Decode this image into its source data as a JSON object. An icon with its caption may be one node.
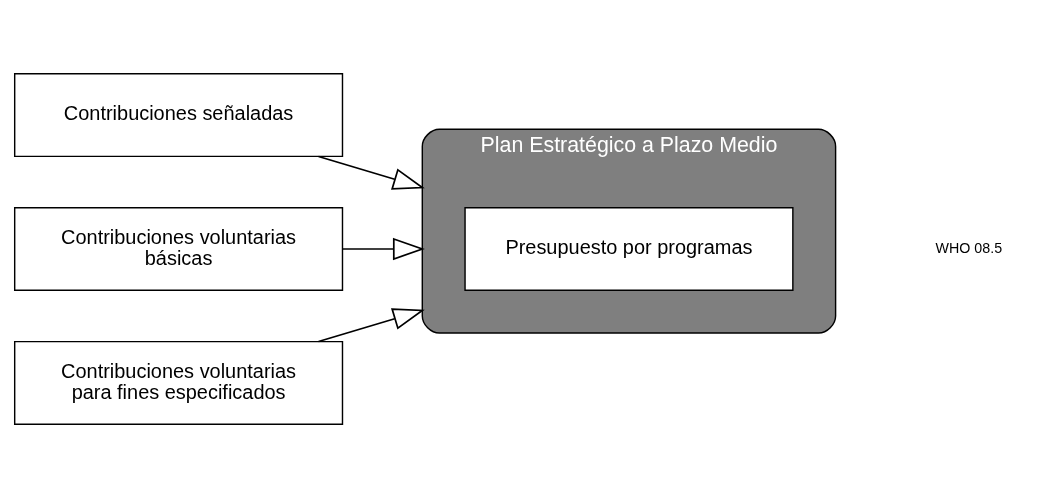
{
  "diagram": {
    "nodes": [
      {
        "text": [
          "Contribuciones señaladas"
        ]
      },
      {
        "text": [
          "Contribuciones voluntarias básicas"
        ]
      },
      {
        "text": [
          "Contribuciones voluntarias para fines especificados"
        ]
      },
      {
        "text": [
          "Plan Estratégico a Plazo Medio"
        ]
      },
      {
        "text": [
          "Presupuesto por programas"
        ],
        "in": 3
      }
    ],
    "edges": [
      {
        "from": 0,
        "to": 3,
        "arrow": "to"
      },
      {
        "from": 1,
        "to": 3,
        "arrow": "to"
      },
      {
        "from": 2,
        "to": 3,
        "arrow": "to"
      }
    ],
    "labels": [
      "WHO 08.5"
    ]
  }
}
